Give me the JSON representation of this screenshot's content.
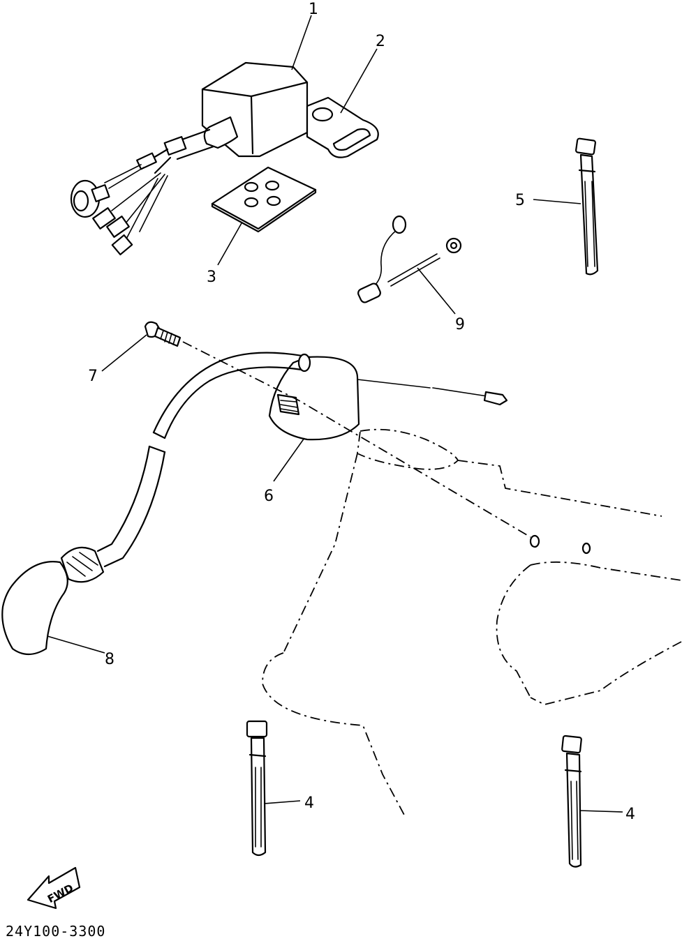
{
  "callouts": {
    "c1": "1",
    "c2": "2",
    "c3": "3",
    "c4a": "4",
    "c4b": "4",
    "c5": "5",
    "c6": "6",
    "c7": "7",
    "c8": "8",
    "c9": "9"
  },
  "direction_label": "FWD",
  "drawing_code": "24Y100-3300"
}
